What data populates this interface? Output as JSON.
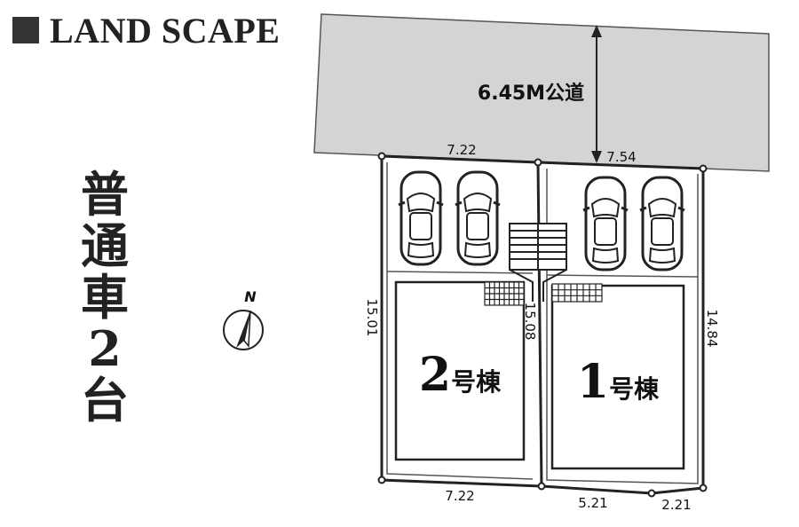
{
  "header": {
    "title": "LAND SCAPE"
  },
  "road": {
    "label": "6.45M公道"
  },
  "parking_note": {
    "chars": [
      "普",
      "通",
      "車",
      "2",
      "台"
    ]
  },
  "compass": {
    "label": "N"
  },
  "buildings": {
    "b2": {
      "num": "2",
      "suffix": "号棟"
    },
    "b1": {
      "num": "1",
      "suffix": "号棟"
    }
  },
  "dimensions": {
    "top_left": "7.22",
    "top_right": "7.54",
    "left_side": "15.01",
    "middle": "15.08",
    "right_side": "14.84",
    "bottom_left": "7.22",
    "bottom_mid": "5.21",
    "bottom_right": "2.21"
  }
}
